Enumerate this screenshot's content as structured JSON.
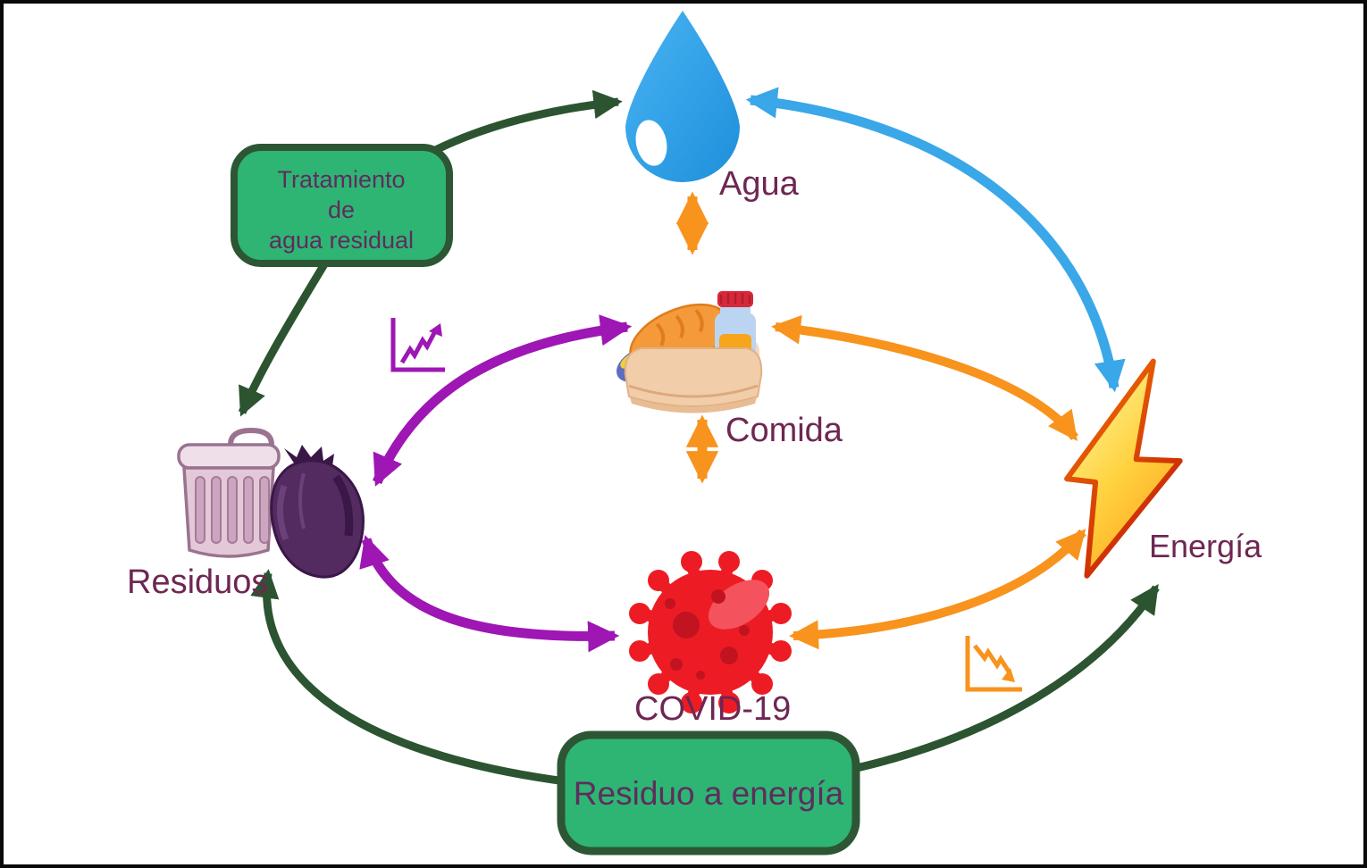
{
  "nodes": {
    "agua": {
      "label": "Agua",
      "icon": "water-drop-icon",
      "color": "#2FA3EA"
    },
    "comida": {
      "label": "Comida",
      "icon": "food-bag-icon",
      "color": "#F49A3A"
    },
    "covid": {
      "label": "COVID-19",
      "icon": "coronavirus-icon",
      "color": "#ED1C24"
    },
    "residuos": {
      "label": "Residuos",
      "icon": "trash-can-bag-icon",
      "color": "#532B60"
    },
    "energia": {
      "label": "Energía",
      "icon": "lightning-bolt-icon",
      "color": "#FFC928"
    }
  },
  "boxes": {
    "tratamiento": {
      "line1": "Tratamiento",
      "line2": "de",
      "line3": "agua residual",
      "fill": "#2EB573",
      "border": "#2D5635"
    },
    "residuo_a_energia": {
      "label": "Residuo a energía",
      "fill": "#2EB573",
      "border": "#2D5635"
    }
  },
  "edges": [
    {
      "from": "agua",
      "to": "residuos",
      "via": "tratamiento",
      "color": "#2C5431",
      "bidirectional": true
    },
    {
      "from": "agua",
      "to": "energia",
      "color": "#3AA7E8",
      "bidirectional": true
    },
    {
      "from": "agua",
      "to": "comida",
      "color": "#F8931D",
      "bidirectional": true
    },
    {
      "from": "comida",
      "to": "covid",
      "color": "#F8931D",
      "bidirectional": true
    },
    {
      "from": "comida",
      "to": "energia",
      "color": "#F8931D",
      "bidirectional": true
    },
    {
      "from": "covid",
      "to": "energia",
      "annotation": "decreasing-trend-icon",
      "color": "#F8931D",
      "bidirectional": true
    },
    {
      "from": "comida",
      "to": "residuos",
      "annotation": "increasing-trend-icon",
      "color": "#9E16B4",
      "bidirectional": true
    },
    {
      "from": "residuos",
      "to": "covid",
      "color": "#9E16B4",
      "bidirectional": true
    },
    {
      "from": "residuos",
      "to": "energia",
      "via": "residuo_a_energia",
      "color": "#2C5431",
      "bidirectional": true
    }
  ],
  "annotations": {
    "increasing_trend": {
      "icon": "increasing-trend-icon",
      "color": "#9E16B4"
    },
    "decreasing_trend": {
      "icon": "decreasing-trend-icon",
      "color": "#F8931D"
    }
  },
  "palette": {
    "arrow_green": "#2C5431",
    "arrow_blue": "#3AA7E8",
    "arrow_orange": "#F8931D",
    "arrow_purple": "#9E16B4",
    "label_text": "#6E2752",
    "box_text": "#5E2D5E",
    "background": "#FFFFFF",
    "frame": "#000000"
  }
}
